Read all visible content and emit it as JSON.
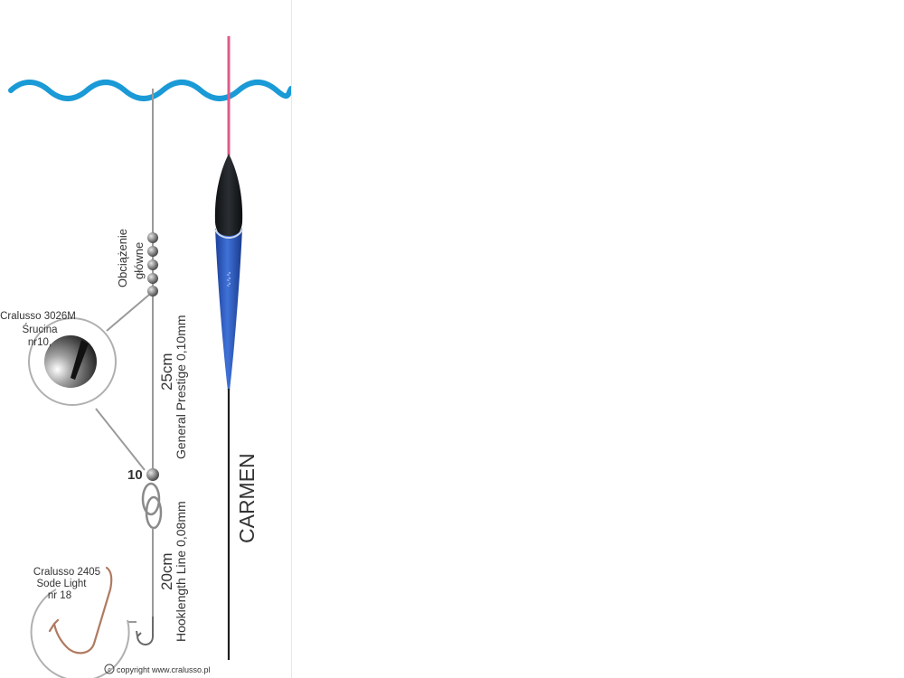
{
  "float": {
    "name": "CARMEN",
    "tip_color": "#e05a8a",
    "body_color": "#2f5fc8",
    "top_color": "#1f2225"
  },
  "weights": {
    "main_label_line1": "Obciążenie",
    "main_label_line2": "główne",
    "dropper_number": "10"
  },
  "shot_callout": {
    "line1": "Cralusso 3026M",
    "line2": "Śrucina",
    "line3": "nr10,"
  },
  "main_line": {
    "length": "25cm",
    "name": "General Prestige 0,10mm"
  },
  "hooklength": {
    "length": "20cm",
    "name": "Hooklength Line 0,08mm"
  },
  "hook_callout": {
    "line1": "Cralusso 2405",
    "line2": "Sode Light",
    "line3": "nr 18"
  },
  "copyright": "copyright www.cralusso.pl",
  "colors": {
    "water": "#1a9ad6",
    "line": "#9a9a9a",
    "shot": "#8a8a8a"
  }
}
